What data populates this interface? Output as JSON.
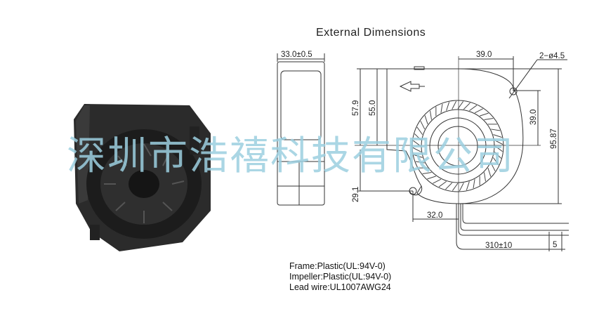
{
  "title": "External Dimensions",
  "dimensions": {
    "width_side": "33.0±0.5",
    "top_offset": "39.0",
    "holes": "2−ø4.5",
    "height_57": "57.9",
    "height_55": "55.0",
    "hole_spacing_v": "39.0",
    "total_height": "95.87",
    "lower": "29.1",
    "hole_spacing_h": "32.0",
    "wire_length": "310±10",
    "wire_strip": "5"
  },
  "specs": [
    "Frame:Plastic(UL:94V-0)",
    "Impeller:Plastic(UL:94V-0)",
    "Lead wire:UL1007AWG24"
  ],
  "watermark": "深圳市浩禧科技有限公司"
}
